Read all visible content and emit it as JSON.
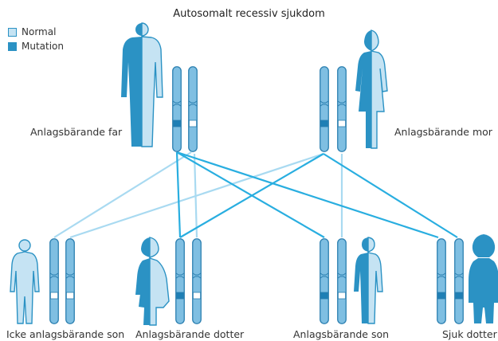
{
  "title": "Autosomalt recessiv sjukdom",
  "legend": {
    "normal": {
      "label": "Normal",
      "color": "#c5e3f3"
    },
    "mutation": {
      "label": "Mutation",
      "color": "#2b92c4"
    }
  },
  "colors": {
    "outline": "#2b7fb0",
    "chromosome_fill": "#7fbfe2",
    "light_line": "#a9daf1",
    "dark_line": "#29aee0"
  },
  "parents": {
    "father": {
      "label": "Anlagsbärande far"
    },
    "mother": {
      "label": "Anlagsbärande mor"
    }
  },
  "children": [
    {
      "label": "Icke anlagsbärande son"
    },
    {
      "label": "Anlagsbärande dotter"
    },
    {
      "label": "Anlagsbärande son"
    },
    {
      "label": "Sjuk dotter"
    }
  ]
}
